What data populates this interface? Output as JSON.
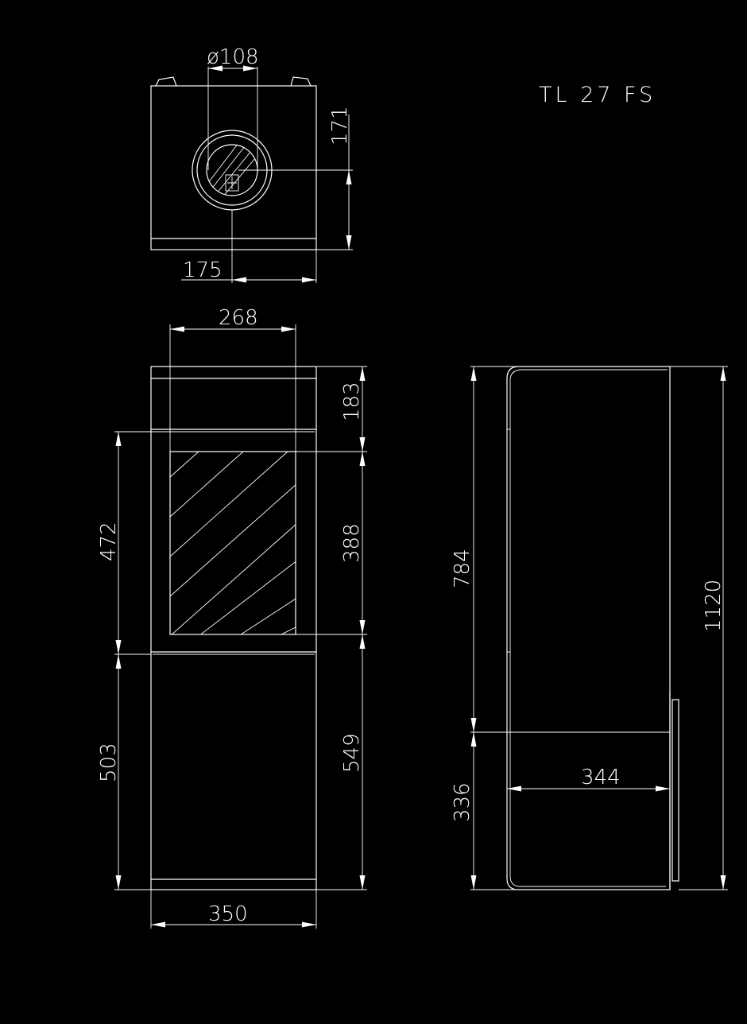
{
  "drawing": {
    "title": "TL 27 FS",
    "colors": {
      "background": "#000000",
      "lines": "#ffffff"
    },
    "top_view": {
      "flue_diameter": "ø108",
      "flue_offset_back": "171",
      "flue_offset_side": "175"
    },
    "front_view": {
      "flue_spacing": "268",
      "top_section_height": "183",
      "window_height": "388",
      "upper_height": "472",
      "lower_height_left": "503",
      "lower_height_right": "549",
      "width": "350"
    },
    "side_view": {
      "upper_height": "784",
      "lower_height": "336",
      "total_height": "1120",
      "depth": "344"
    }
  }
}
